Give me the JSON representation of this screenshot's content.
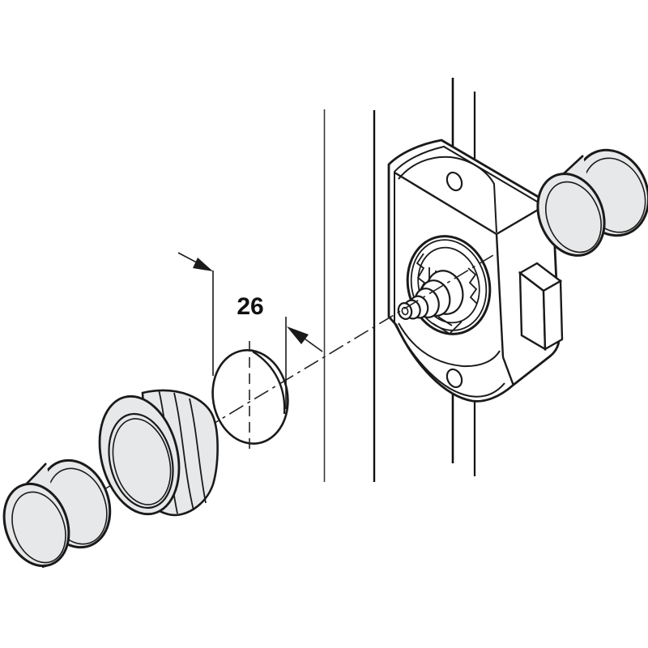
{
  "dimension_label": {
    "value": "26"
  },
  "colors": {
    "background": "#ffffff",
    "line": "#1a1a1a",
    "component_fill": "#e7e8e9",
    "centerline": "#222222"
  },
  "components": {
    "door_panel": "cabinet-door-panel",
    "lock_plate": "mounting-plate",
    "lock_case": "push-lock-case",
    "latch_bolt": "latch-bolt",
    "rosette": "cam-rosette",
    "spindle": "stepped-spindle",
    "drill_hole": "drill-hole",
    "inner_knob": "inner-knob",
    "outer_knob": "outer-knob",
    "trim_ring": "knob-trim-ring"
  }
}
